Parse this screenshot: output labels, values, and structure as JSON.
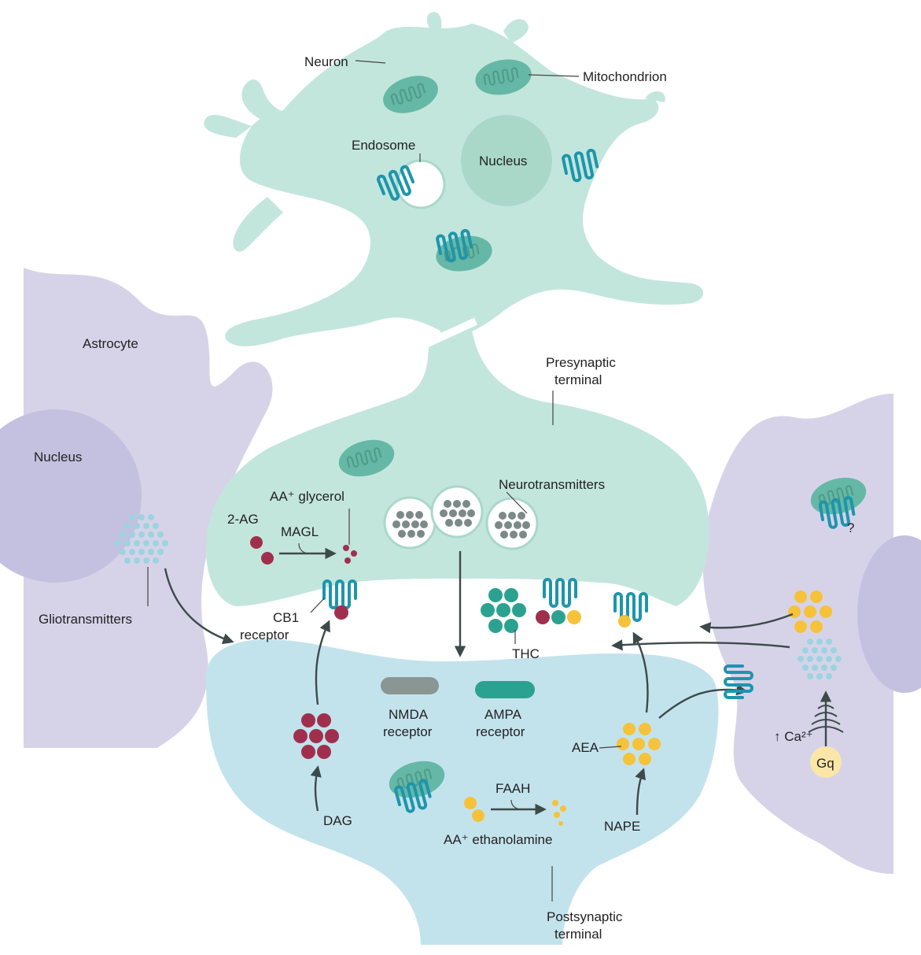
{
  "labels": {
    "neuron": "Neuron",
    "mitochondrion": "Mitochondrion",
    "endosome": "Endosome",
    "nucleus_neuron": "Nucleus",
    "astrocyte": "Astrocyte",
    "nucleus_astrocyte": "Nucleus",
    "gliotransmitters": "Gliotransmitters",
    "presynaptic_line1": "Presynaptic",
    "presynaptic_line2": "terminal",
    "neurotransmitters": "Neurotransmitters",
    "aa_glycerol": "AA⁺ glycerol",
    "two_ag": "2-AG",
    "magl": "MAGL",
    "cb1_line1": "CB1",
    "cb1_line2": "receptor",
    "thc": "THC",
    "question": "?",
    "nmda_line1": "NMDA",
    "nmda_line2": "receptor",
    "ampa_line1": "AMPA",
    "ampa_line2": "receptor",
    "aea": "AEA",
    "calcium": "↑ Ca²⁺",
    "gq": "Gq",
    "dag": "DAG",
    "faah": "FAAH",
    "aa_ethanolamine": "AA⁺ ethanolamine",
    "nape": "NAPE",
    "postsynaptic_line1": "Postsynaptic",
    "postsynaptic_line2": "terminal"
  },
  "colors": {
    "neuron": "#c3e6dc",
    "astrocyte": "#d6d3e9",
    "postsynaptic": "#c3e3ec",
    "mitochondrion": "#66b8a6",
    "receptor": "#1d95ad",
    "two_ag": "#a02f4e",
    "aea": "#f6c23a",
    "thc": "#2aa28f",
    "neurotransmitter": "#7b8a88",
    "gliotransmitter": "#9bd4e0",
    "nmda": "#8a9694",
    "ampa": "#2aa28f"
  }
}
